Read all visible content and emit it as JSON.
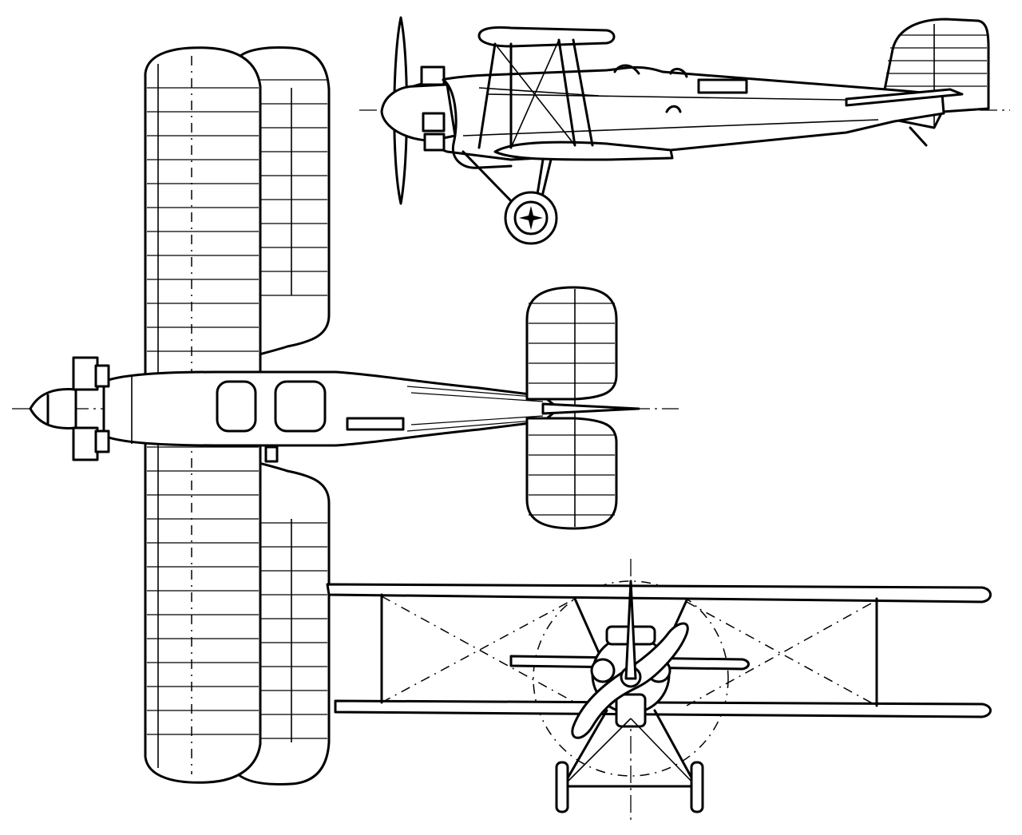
{
  "views": [
    {
      "id": "side",
      "label": ""
    },
    {
      "id": "top",
      "label": ""
    },
    {
      "id": "front",
      "label": ""
    }
  ],
  "icons": [
    "propeller-icon",
    "engine-cylinder-icon",
    "wheel-icon"
  ]
}
